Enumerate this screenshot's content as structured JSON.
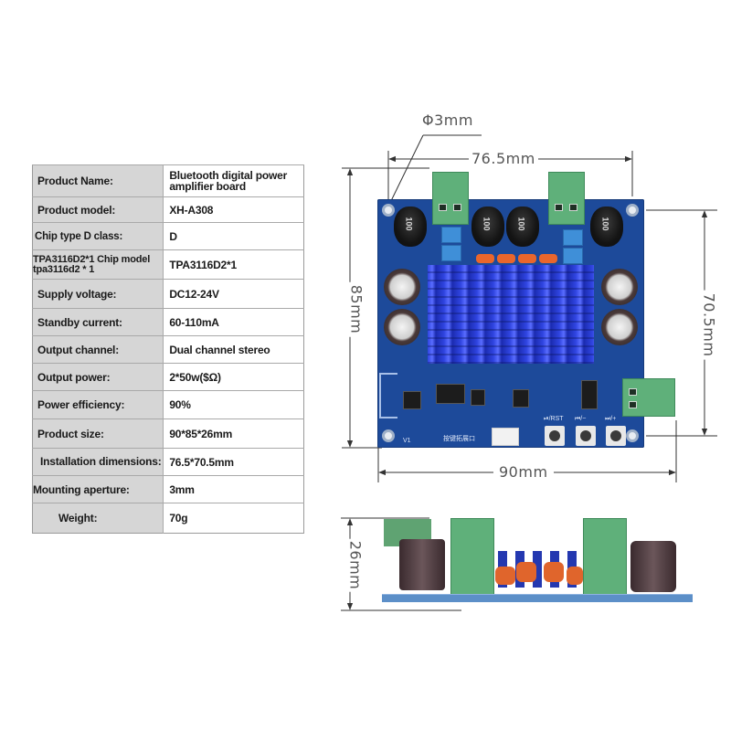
{
  "specs": {
    "rows": [
      {
        "label": "Product Name:",
        "value": "Bluetooth digital power amplifier board"
      },
      {
        "label": "Product model:",
        "value": "XH-A308"
      },
      {
        "label": "Chip type D class:",
        "value": "D"
      },
      {
        "label": "TPA3116D2*1 Chip model tpa3116d2 * 1",
        "value": "TPA3116D2*1"
      },
      {
        "label": "Supply voltage:",
        "value": "DC12-24V"
      },
      {
        "label": "Standby current:",
        "value": "60-110mA"
      },
      {
        "label": "Output channel:",
        "value": "Dual channel stereo"
      },
      {
        "label": "Output power:",
        "value": "2*50w($Ω)"
      },
      {
        "label": "Power efficiency:",
        "value": "90%"
      },
      {
        "label": "Product size:",
        "value": "90*85*26mm"
      },
      {
        "label": "Installation dimensions:",
        "value": "76.5*70.5mm"
      },
      {
        "label": "Mounting aperture:",
        "value": "3mm"
      },
      {
        "label": "Weight:",
        "value": "70g"
      }
    ]
  },
  "dimensions": {
    "hole_diameter": "Φ3mm",
    "hole_spacing_width": "76.5mm",
    "board_width": "90mm",
    "board_height": "85mm",
    "hole_spacing_height": "70.5mm",
    "board_thickness": "26mm"
  },
  "board": {
    "inductor_marking": "100",
    "button_labels": [
      "⏯/RST",
      "⏮/−",
      "⏭/+"
    ],
    "connector_label": "按键拓展口",
    "version_mark": "V1"
  },
  "colors": {
    "pcb": "#1d4a9a",
    "heatsink": "#2f44e0",
    "terminal": "#5fb07a",
    "label_column": "#d6d6d6"
  }
}
